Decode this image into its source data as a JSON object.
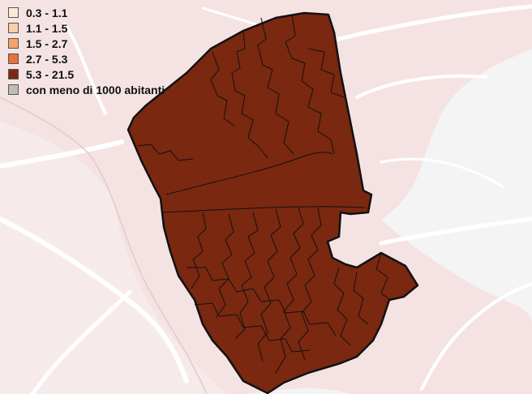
{
  "legend": {
    "items": [
      {
        "label": "0.3 - 1.1",
        "color": "#fde9d6"
      },
      {
        "label": "1.1 - 1.5",
        "color": "#fbd0a9"
      },
      {
        "label": "1.5 - 2.7",
        "color": "#f6a26a"
      },
      {
        "label": "2.7 - 5.3",
        "color": "#e6713a"
      },
      {
        "label": "5.3 - 21.5",
        "color": "#7b2a12"
      },
      {
        "label": "con meno di 1000 abitanti",
        "color": "#bdbdb5"
      }
    ]
  },
  "colors": {
    "region_fill": "#7a2810",
    "boundary": "#111111",
    "basemap_tint": "#f5e3e3",
    "basemap_background": "#f4f4f4"
  }
}
